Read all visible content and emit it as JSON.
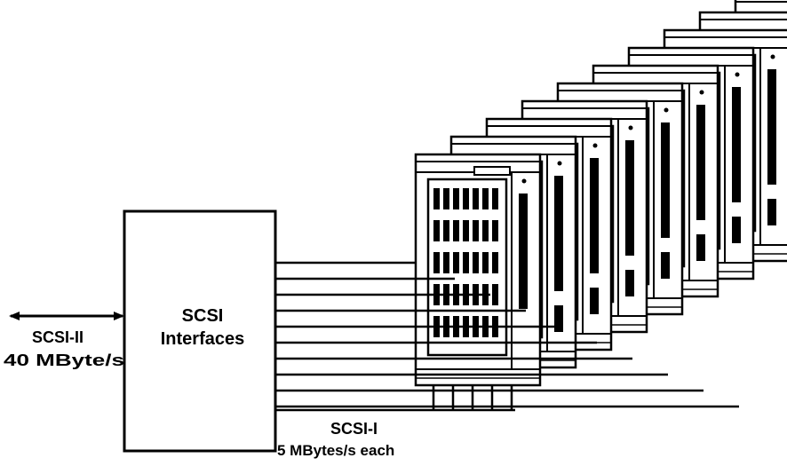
{
  "interface_box": {
    "line1": "SCSI",
    "line2": "Interfaces"
  },
  "host_link": {
    "line1": "SCSI-II",
    "line2": "40 MByte/s"
  },
  "device_link": {
    "line1": "SCSI-I",
    "line2": "5 MBytes/s each"
  },
  "drive_units_shown": 10,
  "colors": {
    "background": "#ffffff",
    "ink": "#000000"
  }
}
